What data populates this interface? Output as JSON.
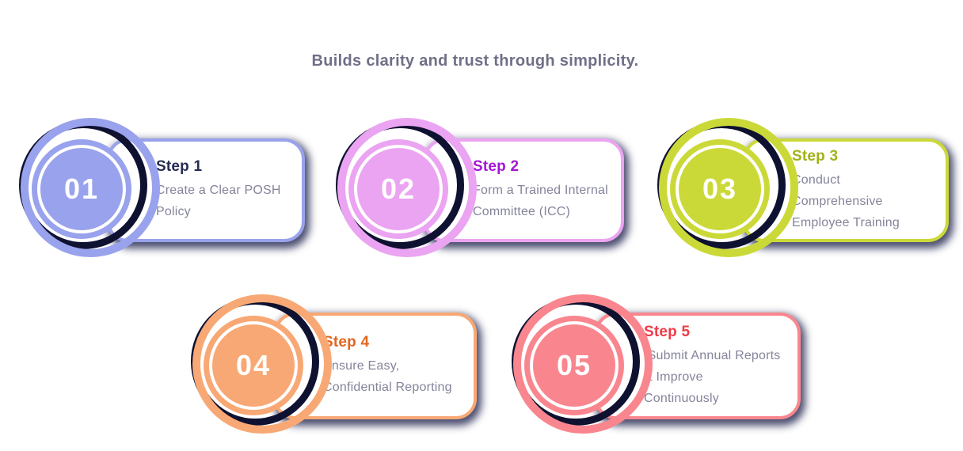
{
  "page": {
    "title": "Builds clarity and trust through simplicity."
  },
  "colors": {
    "heading_text": "#6F6F87",
    "description_text": "#84849B",
    "dark_ring": "#0E1130",
    "card_shadow": "#181C48",
    "card_background": "#FFFFFF",
    "number_text": "#FFFFFF"
  },
  "steps": [
    {
      "number": "01",
      "title": "Step 1",
      "description": "Create a Clear POSH\nPolicy",
      "color_main": "#99A2EC",
      "color_title": "#262C54"
    },
    {
      "number": "02",
      "title": "Step 2",
      "description": "Form a Trained Internal\nCommittee (ICC)",
      "color_main": "#EBA4F1",
      "color_title": "#A614D6"
    },
    {
      "number": "03",
      "title": "Step 3",
      "description": "Conduct\nComprehensive\nEmployee Training",
      "color_main": "#CBD938",
      "color_title": "#A2B218"
    },
    {
      "number": "04",
      "title": "Step 4",
      "description": "Ensure Easy,\nConfidential Reporting",
      "color_main": "#F8A874",
      "color_title": "#E2661D"
    },
    {
      "number": "05",
      "title": "Step 5",
      "description": " Submit Annual Reports\n& Improve\nContinuously",
      "color_main": "#F9868E",
      "color_title": "#EE3B48"
    }
  ]
}
